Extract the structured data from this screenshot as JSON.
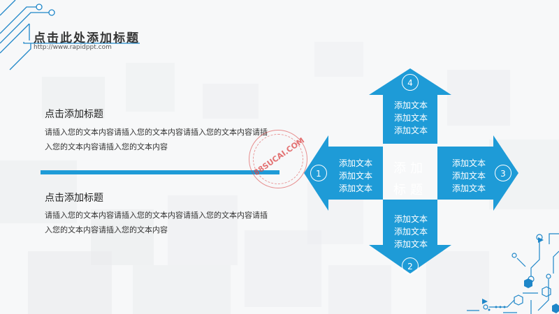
{
  "header": {
    "title": "点击此处添加标题",
    "url": "http://www.rapidppt.com"
  },
  "sections": [
    {
      "title": "点击添加标题",
      "body_line1": "请插入您的文本内容请插入您的文本内容请插入您的文本内容请插",
      "body_line2": "入您的文本内容请插入您的文本内容"
    },
    {
      "title": "点击添加标题",
      "body_line1": "请插入您的文本内容请插入您的文本内容请插入您的文本内容请插",
      "body_line2": "入您的文本内容请插入您的文本内容"
    }
  ],
  "diagram": {
    "center_line1": "添加",
    "center_line2": "标题",
    "arms": {
      "top": {
        "number": "4",
        "lines": [
          "添加文本",
          "添加文本",
          "添加文本"
        ]
      },
      "left": {
        "number": "1",
        "lines": [
          "添加文本",
          "添加文本",
          "添加文本"
        ]
      },
      "right": {
        "number": "3",
        "lines": [
          "添加文本",
          "添加文本",
          "添加文本"
        ]
      },
      "bottom": {
        "number": "2",
        "lines": [
          "添加文本",
          "添加文本",
          "添加文本"
        ]
      }
    }
  },
  "watermark": "88SUCAI.COM",
  "colors": {
    "accent": "#1e9bd7",
    "background": "#f7f8f9",
    "circuit": "#1e86c8"
  }
}
